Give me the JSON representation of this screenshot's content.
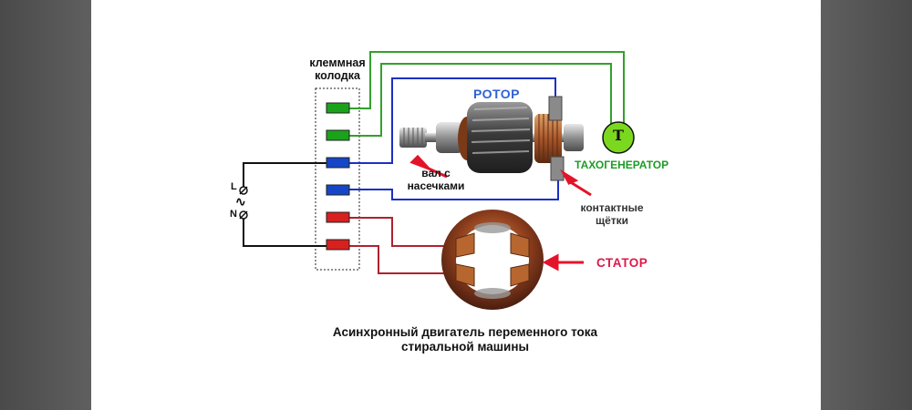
{
  "diagram": {
    "terminal_block_label": "клеммная\nколодка",
    "rotor_label": "РОТОР",
    "shaft_label": "вал с\nнасечками",
    "tachogenerator_label": "ТАХОГЕНЕРАТОР",
    "tachogenerator_symbol": "T",
    "brushes_label": "контактные\nщётки",
    "stator_label": "СТАТОР",
    "power": {
      "line": "L",
      "neutral": "N",
      "ac_symbol": "∿"
    },
    "caption": "Асинхронный двигатель переменного тока\nстиральной машины",
    "terminals": [
      {
        "color": "#1aa31a",
        "role": "tachogenerator"
      },
      {
        "color": "#1aa31a",
        "role": "tachogenerator"
      },
      {
        "color": "#1646c8",
        "role": "rotor"
      },
      {
        "color": "#1646c8",
        "role": "rotor"
      },
      {
        "color": "#d8201f",
        "role": "stator"
      },
      {
        "color": "#d8201f",
        "role": "stator"
      }
    ],
    "colors": {
      "green_wire": "#33a02c",
      "blue_wire": "#1b2fc4",
      "red_wire": "#b0202e",
      "tacho_fill": "#7bd81f",
      "arrow": "#e3142a"
    }
  }
}
